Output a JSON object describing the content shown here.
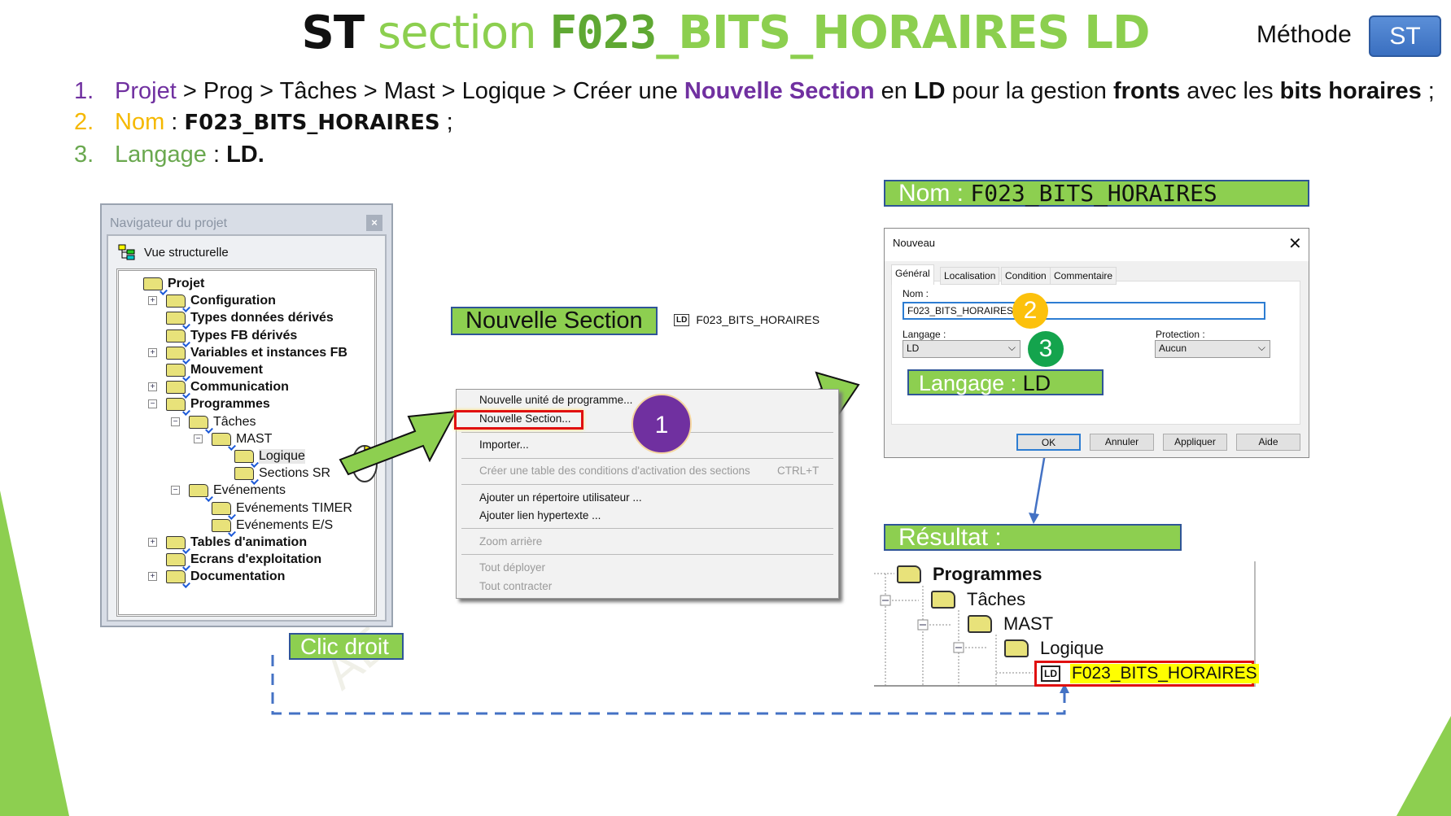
{
  "title": {
    "prefix": "ST",
    "mid": "section",
    "name_mono": "F023",
    "name_rest": "_BITS_HORAIRES LD"
  },
  "method": {
    "label": "Méthode",
    "button": "ST"
  },
  "steps": [
    {
      "num": "1.",
      "parts": [
        "Projet",
        " > Prog > Tâches > Mast > Logique > Créer une ",
        "Nouvelle Section",
        " en ",
        "LD",
        " pour la gestion ",
        "fronts",
        " avec les ",
        "bits horaires",
        " ;"
      ]
    },
    {
      "num": "2.",
      "label": "Nom",
      "sep": " : ",
      "value": "F023_BITS_HORAIRES",
      "end": " ;"
    },
    {
      "num": "3.",
      "label": "Langage",
      "sep": " : ",
      "value": "LD."
    }
  ],
  "navigator": {
    "title": "Navigateur du projet",
    "close": "×",
    "view": "Vue structurelle",
    "items": [
      {
        "label": "Projet",
        "level": 0,
        "bold": true,
        "toggle": ""
      },
      {
        "label": "Configuration",
        "level": 1,
        "bold": true,
        "toggle": "+"
      },
      {
        "label": "Types données dérivés",
        "level": 1,
        "bold": true,
        "toggle": ""
      },
      {
        "label": "Types FB dérivés",
        "level": 1,
        "bold": true,
        "toggle": ""
      },
      {
        "label": "Variables et instances FB",
        "level": 1,
        "bold": true,
        "toggle": "+"
      },
      {
        "label": "Mouvement",
        "level": 1,
        "bold": true,
        "toggle": ""
      },
      {
        "label": "Communication",
        "level": 1,
        "bold": true,
        "toggle": "+"
      },
      {
        "label": "Programmes",
        "level": 1,
        "bold": true,
        "toggle": "−"
      },
      {
        "label": "Tâches",
        "level": 2,
        "bold": false,
        "toggle": "−"
      },
      {
        "label": "MAST",
        "level": 3,
        "bold": false,
        "toggle": "−"
      },
      {
        "label": "Logique",
        "level": 4,
        "bold": false,
        "toggle": ""
      },
      {
        "label": "Sections SR",
        "level": 4,
        "bold": false,
        "toggle": ""
      },
      {
        "label": "Evénements",
        "level": 2,
        "bold": false,
        "toggle": "−"
      },
      {
        "label": "Evénements TIMER",
        "level": 3,
        "bold": false,
        "toggle": ""
      },
      {
        "label": "Evénements E/S",
        "level": 3,
        "bold": false,
        "toggle": ""
      },
      {
        "label": "Tables d'animation",
        "level": 1,
        "bold": true,
        "toggle": "+"
      },
      {
        "label": "Ecrans d'exploitation",
        "level": 1,
        "bold": true,
        "toggle": ""
      },
      {
        "label": "Documentation",
        "level": 1,
        "bold": true,
        "toggle": "+"
      }
    ]
  },
  "callouts": {
    "clic_droit": "Clic droit",
    "nouvelle_section": "Nouvelle Section",
    "section_preview": "F023_BITS_HORAIRES",
    "nom_prefix": "Nom : ",
    "nom_value": "F023_BITS_HORAIRES",
    "langage_prefix": "Langage : ",
    "langage_value": "LD",
    "resultat": "Résultat :",
    "step1": "1",
    "step2": "2",
    "step3": "3"
  },
  "context_menu": {
    "items": [
      {
        "label": "Nouvelle unité de programme...",
        "disabled": false
      },
      {
        "label": "Nouvelle Section...",
        "disabled": false,
        "highlighted": true
      },
      {
        "label": "Importer...",
        "disabled": false
      },
      {
        "label": "Créer une table des conditions d'activation des sections",
        "shortcut": "CTRL+T",
        "disabled": true
      },
      {
        "label": "Ajouter un répertoire utilisateur ...",
        "disabled": false
      },
      {
        "label": "Ajouter lien hypertexte ...",
        "disabled": false
      },
      {
        "label": "Zoom arrière",
        "disabled": true
      },
      {
        "label": "Tout déployer",
        "disabled": true
      },
      {
        "label": "Tout contracter",
        "disabled": true
      }
    ]
  },
  "dialog": {
    "title": "Nouveau",
    "close": "✕",
    "tabs": [
      "Général",
      "Localisation",
      "Condition",
      "Commentaire"
    ],
    "active_tab": "Général",
    "name_label": "Nom :",
    "name_value": "F023_BITS_HORAIRES",
    "lang_label": "Langage :",
    "lang_value": "LD",
    "prot_label": "Protection :",
    "prot_value": "Aucun",
    "buttons": [
      "OK",
      "Annuler",
      "Appliquer",
      "Aide"
    ]
  },
  "result_tree": {
    "items": [
      "Programmes",
      "Tâches",
      "MAST",
      "Logique"
    ],
    "section_icon": "LD",
    "section": "F023_BITS_HORAIRES"
  },
  "colors": {
    "accent_green": "#8dcf50",
    "purple": "#7030a0",
    "yellow": "#f5b800",
    "blue": "#3a6fc0",
    "red": "#e01010"
  }
}
